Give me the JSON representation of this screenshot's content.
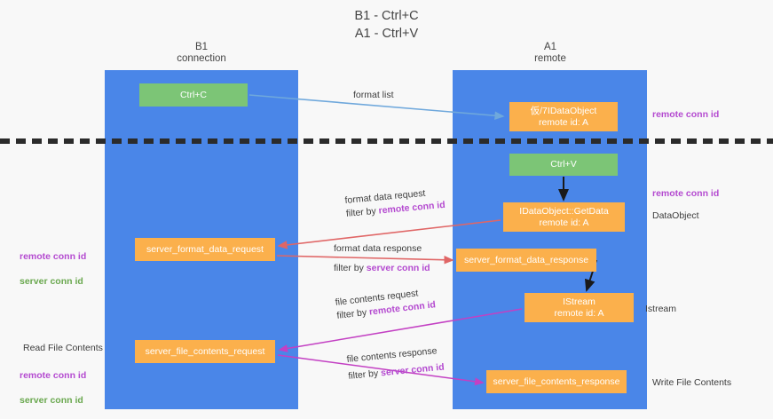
{
  "title": "B1 - Ctrl+C\nA1 - Ctrl+V",
  "lanes": {
    "left": {
      "header": "B1\nconnection"
    },
    "right": {
      "header": "A1\nremote"
    }
  },
  "boxes": {
    "ctrl_c": "Ctrl+C",
    "idataobject": "仮/7IDataObject\nremote id: A",
    "ctrl_v": "Ctrl+V",
    "getdata": "IDataObject::GetData\nremote id: A",
    "server_format_data_request": "server_format_data_request",
    "server_format_data_response": "server_format_data_response",
    "istream": "IStream\nremote id: A",
    "server_file_contents_request": "server_file_contents_request",
    "server_file_contents_response": "server_file_contents_response"
  },
  "edge_labels": {
    "format_list": "format list",
    "format_data_request": "format data request",
    "format_data_request_filter_prefix": "filter by ",
    "format_data_request_filter_key": "remote conn id",
    "format_data_response": "format data response",
    "format_data_response_filter_prefix": "filter by ",
    "format_data_response_filter_key": "server conn id",
    "file_contents_request": "file contents request",
    "file_contents_request_filter_prefix": "filter by ",
    "file_contents_request_filter_key": "remote conn id",
    "file_contents_response": "file contents response",
    "file_contents_response_filter_prefix": "filter by ",
    "file_contents_response_filter_key": "server conn id"
  },
  "side_labels": {
    "right_remote_conn_id_top": "remote conn id",
    "right_remote_conn_id_mid": "remote conn id",
    "right_dataobject": "DataObject",
    "right_istream": "Istream",
    "right_write_file_contents": "Write File Contents",
    "left_remote_conn_id": "remote conn id",
    "left_server_conn_id": "server conn id",
    "left_read_file_contents": "Read File Contents",
    "left_remote_conn_id_2": "remote conn id",
    "left_server_conn_id_2": "server conn id"
  },
  "colors": {
    "lane": "#4a86e8",
    "green_box": "#7cc576",
    "orange_box": "#fbb04c",
    "purple_text": "#b44ad0",
    "green_text": "#6aa84f",
    "arrow_blue": "#6fa8dc",
    "arrow_red": "#e06666",
    "arrow_magenta": "#c340c3",
    "arrow_black": "#1a1a1a",
    "background": "#f8f8f8",
    "divider": "#2b2b2b"
  }
}
